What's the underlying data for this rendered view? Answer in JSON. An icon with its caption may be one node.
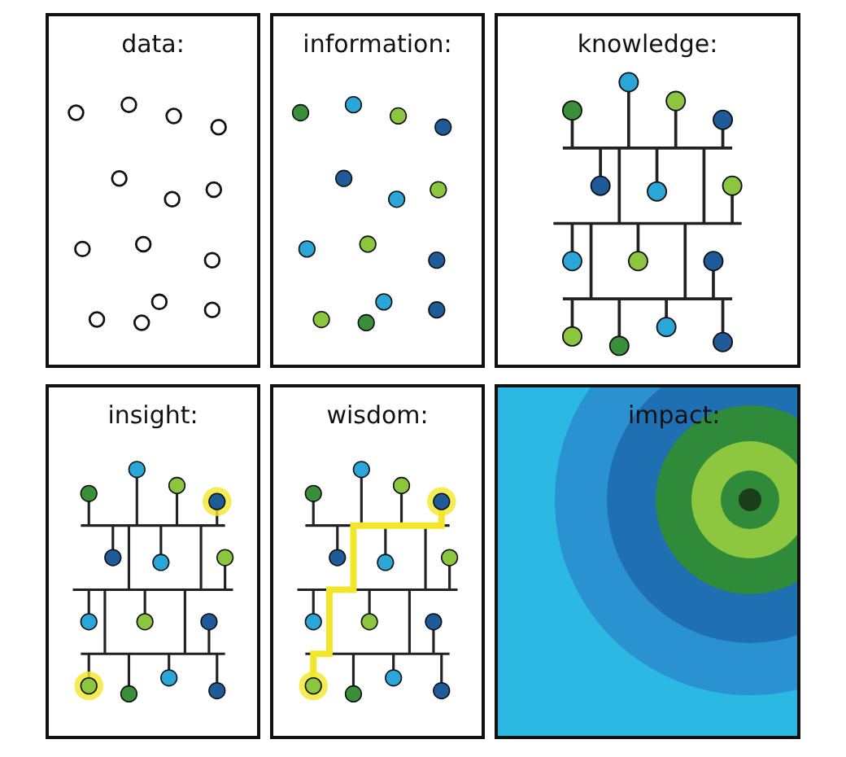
{
  "diagram": {
    "nodes": [
      {
        "text": [
          "data:"
        ]
      },
      {
        "text": [
          "information:"
        ]
      },
      {
        "text": [
          "knowledge:"
        ]
      },
      {
        "text": [
          "insight:"
        ]
      },
      {
        "text": [
          "wisdom:"
        ]
      },
      {
        "text": [
          "impact:"
        ]
      }
    ]
  }
}
